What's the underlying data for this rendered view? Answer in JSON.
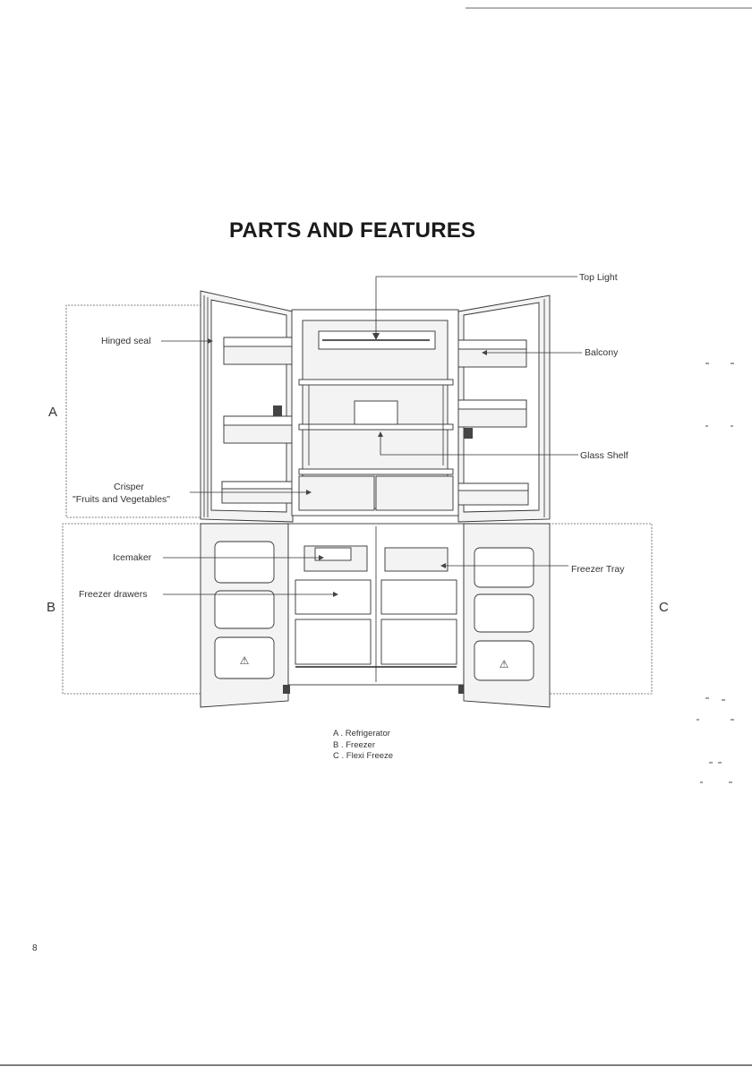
{
  "page": {
    "title": "PARTS AND FEATURES",
    "page_number": "8"
  },
  "labels": {
    "top_light": "Top Light",
    "hinged_seal": "Hinged seal",
    "balcony": "Balcony",
    "glass_shelf": "Glass Shelf",
    "crisper_line1": "Crisper",
    "crisper_line2": "\"Fruits and Vegetables\"",
    "icemaker": "Icemaker",
    "freezer_drawers": "Freezer drawers",
    "freezer_tray": "Freezer Tray"
  },
  "sections": {
    "a": "A",
    "b": "B",
    "c": "C"
  },
  "legend": [
    "A . Refrigerator",
    "B . Freezer",
    "C . Flexi Freeze"
  ]
}
